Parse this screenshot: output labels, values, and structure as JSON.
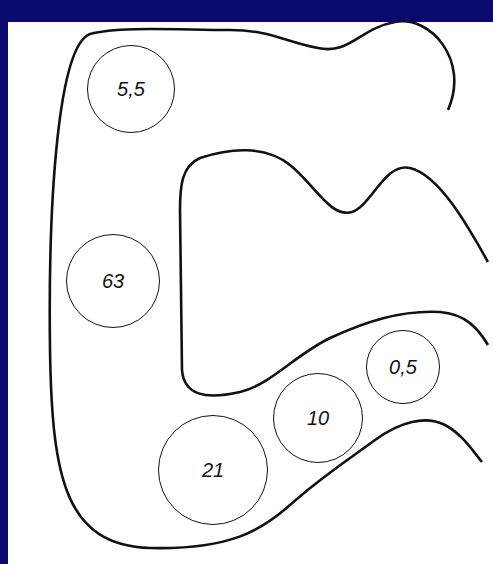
{
  "diagram": {
    "nodes": [
      {
        "text": [
          "5,5"
        ]
      },
      {
        "text": [
          "63"
        ]
      },
      {
        "text": [
          "0,5"
        ]
      },
      {
        "text": [
          "10"
        ]
      },
      {
        "text": [
          "21"
        ]
      }
    ]
  }
}
